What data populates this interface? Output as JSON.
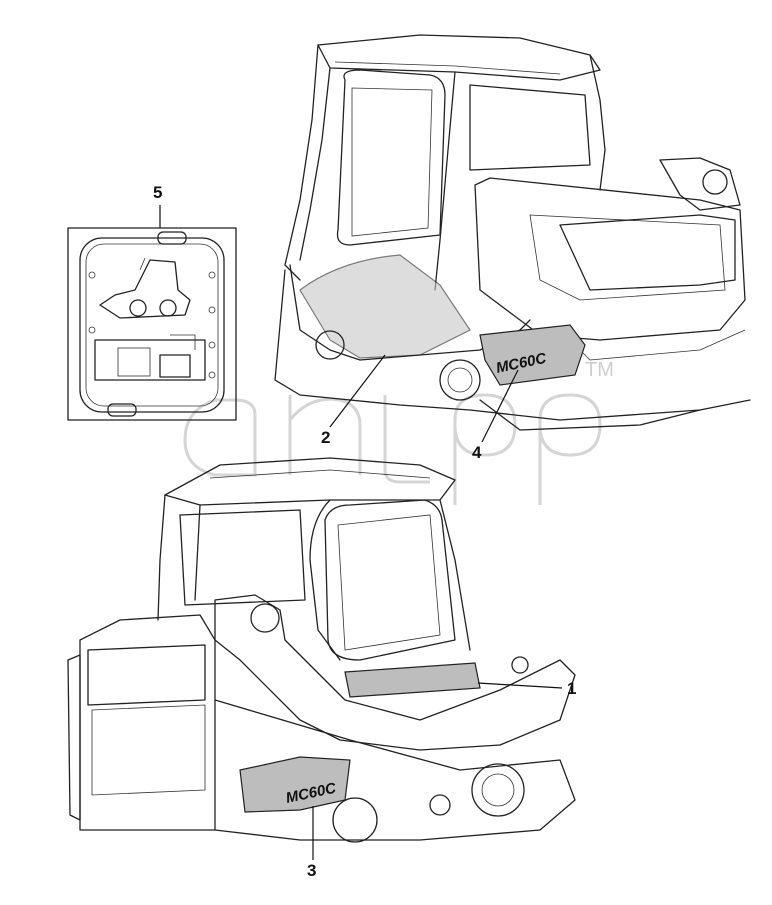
{
  "callouts": [
    {
      "id": "1",
      "label": "1"
    },
    {
      "id": "2",
      "label": "2"
    },
    {
      "id": "3",
      "label": "3"
    },
    {
      "id": "4",
      "label": "4"
    },
    {
      "id": "5",
      "label": "5"
    }
  ],
  "decals": {
    "front_side": "MC60C",
    "rear_side": "MC60C"
  },
  "watermark": {
    "trademark": "TM"
  },
  "colors": {
    "line": "#222222",
    "decal_fill": "#bdbdbd",
    "watermark": "#d5d5d5"
  }
}
